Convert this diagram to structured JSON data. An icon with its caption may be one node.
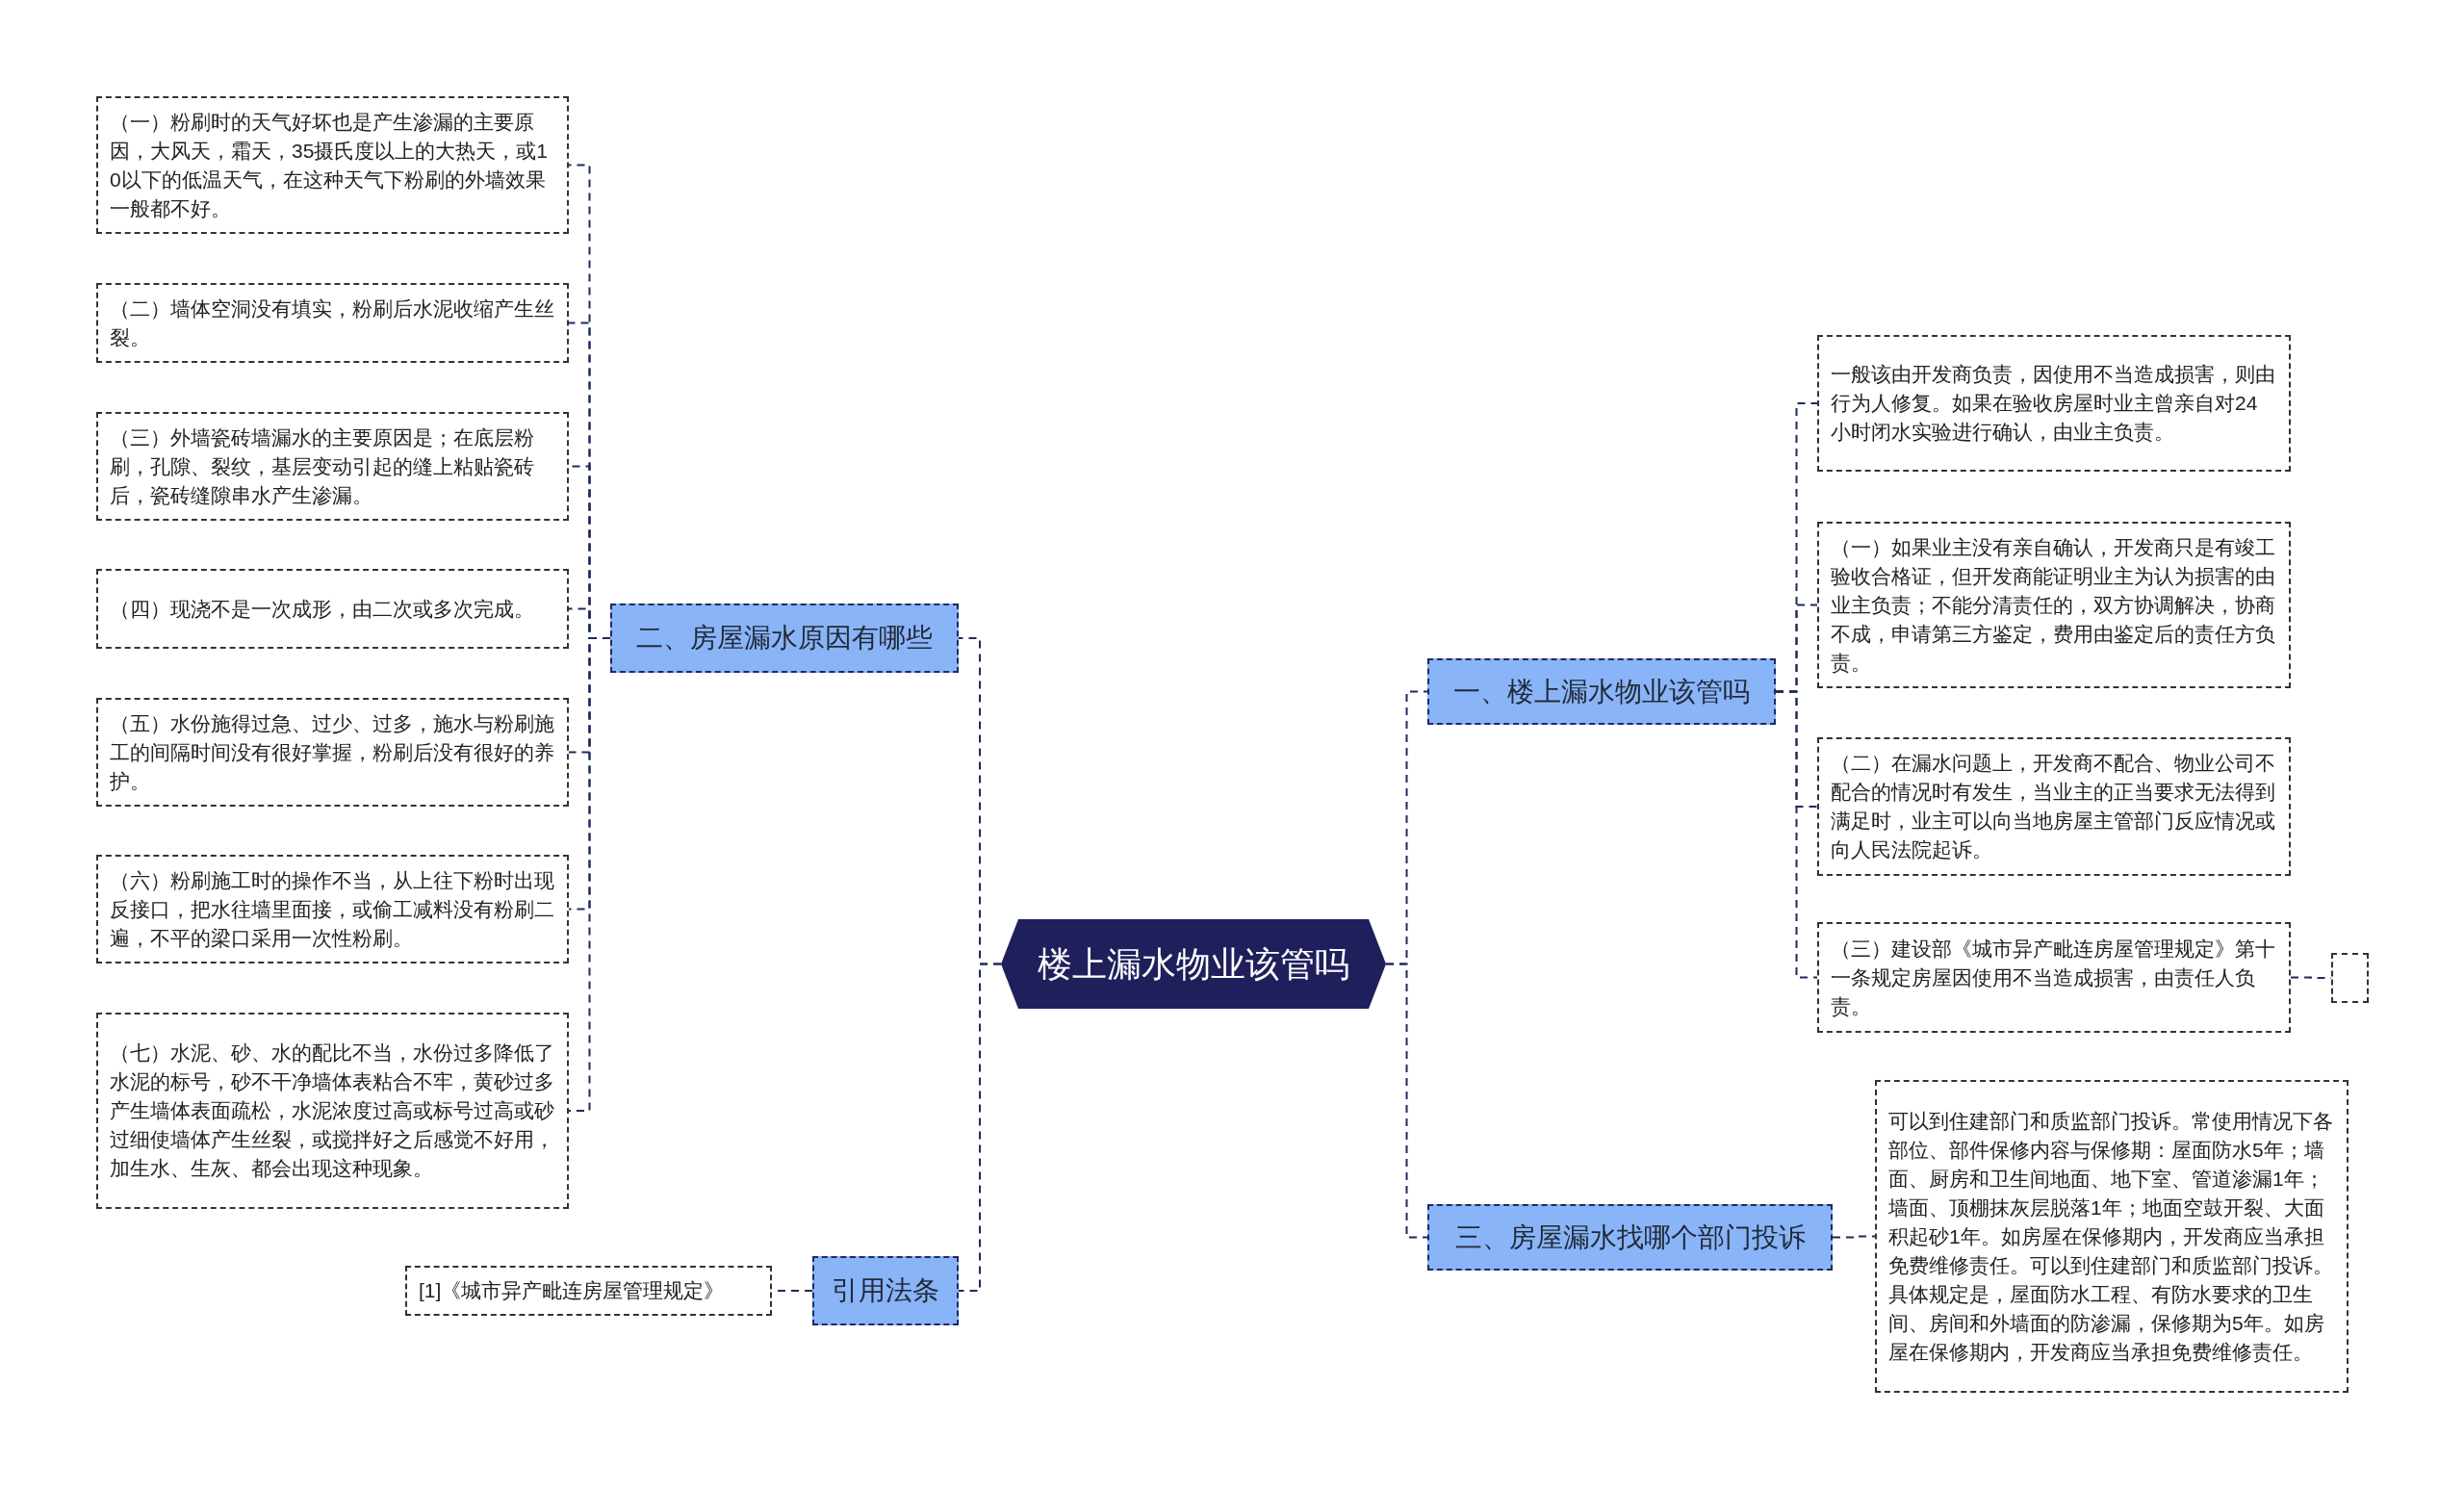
{
  "diagram": {
    "nodes": [
      {
        "text": [
          "楼上漏水物业该管吗"
        ]
      },
      {
        "text": [
          "一、楼上漏水物业该管吗"
        ]
      },
      {
        "text": [
          "一般该由开发商负责，因使用不当造成损害，则由行为人修复。如果在验收房屋时业主曾亲自对24小时闭水实验进行确认，由业主负责。"
        ]
      },
      {
        "text": [
          "（一）如果业主没有亲自确认，开发商只是有竣工验收合格证，但开发商能证明业主为认为损害的由业主负责；不能分清责任的，双方协调解决，协商不成，申请第三方鉴定，费用由鉴定后的责任方负责。"
        ]
      },
      {
        "text": [
          "（二）在漏水问题上，开发商不配合、物业公司不配合的情况时有发生，当业主的正当要求无法得到满足时，业主可以向当地房屋主管部门反应情况或向人民法院起诉。"
        ]
      },
      {
        "text": [
          "（三）建设部《城市异产毗连房屋管理规定》第十一条规定房屋因使用不当造成损害，由责任人负责。"
        ]
      },
      {
        "text": [],
        "shape": "box"
      },
      {
        "text": [
          "三、房屋漏水找哪个部门投诉"
        ]
      },
      {
        "text": [
          "可以到住建部门和质监部门投诉。常使用情况下各部位、部件保修内容与保修期：屋面防水5年；墙面、厨房和卫生间地面、地下室、管道渗漏1年；墙面、顶棚抹灰层脱落1年；地面空鼓开裂、大面积起砂1年。如房屋在保修期内，开发商应当承担免费维修责任。可以到住建部门和质监部门投诉。具体规定是，屋面防水工程、有防水要求的卫生间、房间和外墙面的防渗漏，保修期为5年。如房屋在保修期内，开发商应当承担免费维修责任。"
        ]
      },
      {
        "text": [
          "二、房屋漏水原因有哪些"
        ]
      },
      {
        "text": [
          "（一）粉刷时的天气好坏也是产生渗漏的主要原因，大风天，霜天，35摄氏度以上的大热天，或10以下的低温天气，在这种天气下粉刷的外墙效果一般都不好。"
        ]
      },
      {
        "text": [
          "（二）墙体空洞没有填实，粉刷后水泥收缩产生丝裂。"
        ]
      },
      {
        "text": [
          "（三）外墙瓷砖墙漏水的主要原因是；在底层粉刷，孔隙、裂纹，基层变动引起的缝上粘贴瓷砖后，瓷砖缝隙串水产生渗漏。"
        ]
      },
      {
        "text": [
          "（四）现浇不是一次成形，由二次或多次完成。"
        ]
      },
      {
        "text": [
          "（五）水份施得过急、过少、过多，施水与粉刷施工的间隔时间没有很好掌握，粉刷后没有很好的养护。"
        ]
      },
      {
        "text": [
          "（六）粉刷施工时的操作不当，从上往下粉时出现反接口，把水往墙里面接，或偷工减料没有粉刷二遍，不平的梁口采用一次性粉刷。"
        ]
      },
      {
        "text": [
          "（七）水泥、砂、水的配比不当，水份过多降低了水泥的标号，砂不干净墙体表粘合不牢，黄砂过多产生墙体表面疏松，水泥浓度过高或标号过高或砂过细使墙体产生丝裂，或搅拌好之后感觉不好用，加生水、生灰、都会出现这种现象。"
        ]
      },
      {
        "text": [
          "引用法条"
        ]
      },
      {
        "text": [
          "[1]《城市异产毗连房屋管理规定》"
        ]
      }
    ],
    "edges": [
      {
        "from": 0,
        "to": 1,
        "arrow": "none"
      },
      {
        "from": 1,
        "to": 2,
        "arrow": "none"
      },
      {
        "from": 1,
        "to": 3,
        "arrow": "none"
      },
      {
        "from": 1,
        "to": 4,
        "arrow": "none"
      },
      {
        "from": 1,
        "to": 5,
        "arrow": "none"
      },
      {
        "from": 5,
        "to": 6,
        "arrow": "none"
      },
      {
        "from": 0,
        "to": 7,
        "arrow": "none"
      },
      {
        "from": 7,
        "to": 8,
        "arrow": "none"
      },
      {
        "from": 0,
        "to": 9,
        "arrow": "none"
      },
      {
        "from": 9,
        "to": 10,
        "arrow": "none"
      },
      {
        "from": 9,
        "to": 11,
        "arrow": "none"
      },
      {
        "from": 9,
        "to": 12,
        "arrow": "none"
      },
      {
        "from": 9,
        "to": 13,
        "arrow": "none"
      },
      {
        "from": 9,
        "to": 14,
        "arrow": "none"
      },
      {
        "from": 9,
        "to": 15,
        "arrow": "none"
      },
      {
        "from": 9,
        "to": 16,
        "arrow": "none"
      },
      {
        "from": 0,
        "to": 17,
        "arrow": "none"
      },
      {
        "from": 17,
        "to": 18,
        "arrow": "none"
      }
    ]
  }
}
